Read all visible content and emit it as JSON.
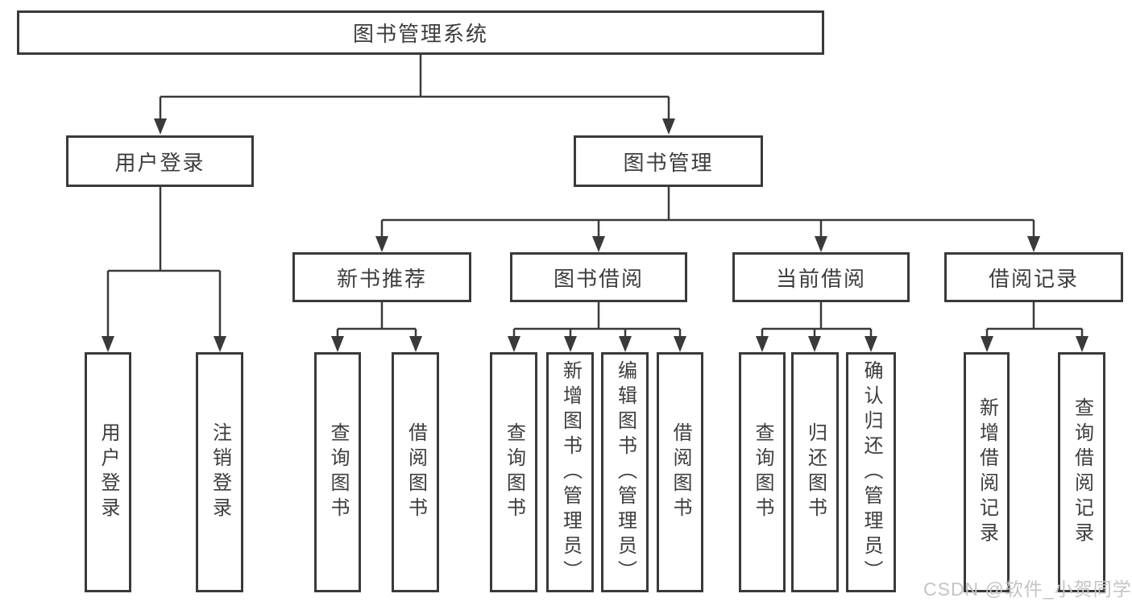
{
  "diagram": {
    "root": {
      "label": "图书管理系统"
    },
    "level2": {
      "user_login": "用户登录",
      "book_management": "图书管理"
    },
    "level3": {
      "new_books": "新书推荐",
      "book_borrow": "图书借阅",
      "current_borrow": "当前借阅",
      "borrow_records": "借阅记录"
    },
    "leaves": {
      "user_login_leaf": "用户登录",
      "logout": "注销登录",
      "nb_query": "查询图书",
      "nb_borrow": "借阅图书",
      "bb_query": "查询图书",
      "bb_add": "新增图书（管理员）",
      "bb_edit": "编辑图书（管理员）",
      "bb_borrow": "借阅图书",
      "cb_query": "查询图书",
      "cb_return": "归还图书",
      "cb_confirm": "确认归还（管理员）",
      "br_add": "新增借阅记录",
      "br_query": "查询借阅记录"
    }
  },
  "watermark": "CSDN @软件_小贺同学",
  "colors": {
    "line": "#3a3a3a",
    "text": "#3d3d3d",
    "watermark": "#c4c4c4",
    "background": "#ffffff"
  }
}
